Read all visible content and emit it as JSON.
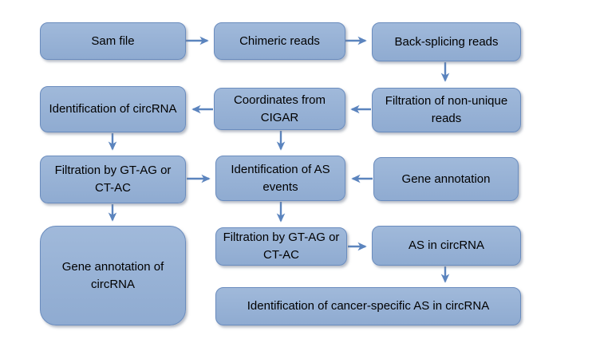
{
  "colors": {
    "background": "#ffffff",
    "box_fill_top": "#a0b9da",
    "box_fill_bottom": "#8fabd1",
    "box_border": "#6a8cbe",
    "arrow": "#5b84be",
    "text": "#000000"
  },
  "nodes": {
    "sam_file": "Sam file",
    "chimeric_reads": "Chimeric reads",
    "back_splicing_reads": "Back-splicing reads",
    "identification_of_circrna": "Identification of circRNA",
    "coordinates_from_cigar": "Coordinates from CIGAR",
    "filtration_of_non_unique_reads": "Filtration of non-unique reads",
    "filtration_by_gt_ag_1": "Filtration by GT-AG or CT-AC",
    "identification_of_as_events": "Identification of AS events",
    "gene_annotation": "Gene annotation",
    "gene_annotation_of_circrna": "Gene annotation of circRNA",
    "filtration_by_gt_ag_2": "Filtration by GT-AG or CT-AC",
    "as_in_circrna": "AS in circRNA",
    "identification_of_cancer_specific_as": "Identification of cancer-specific AS in circRNA"
  },
  "edges": [
    {
      "from": "sam_file",
      "to": "chimeric_reads"
    },
    {
      "from": "chimeric_reads",
      "to": "back_splicing_reads"
    },
    {
      "from": "back_splicing_reads",
      "to": "filtration_of_non_unique_reads"
    },
    {
      "from": "filtration_of_non_unique_reads",
      "to": "coordinates_from_cigar"
    },
    {
      "from": "coordinates_from_cigar",
      "to": "identification_of_circrna"
    },
    {
      "from": "identification_of_circrna",
      "to": "filtration_by_gt_ag_1"
    },
    {
      "from": "coordinates_from_cigar",
      "to": "identification_of_as_events"
    },
    {
      "from": "filtration_by_gt_ag_1",
      "to": "identification_of_as_events"
    },
    {
      "from": "gene_annotation",
      "to": "identification_of_as_events"
    },
    {
      "from": "filtration_by_gt_ag_1",
      "to": "gene_annotation_of_circrna"
    },
    {
      "from": "identification_of_as_events",
      "to": "filtration_by_gt_ag_2"
    },
    {
      "from": "filtration_by_gt_ag_2",
      "to": "as_in_circrna"
    },
    {
      "from": "as_in_circrna",
      "to": "identification_of_cancer_specific_as"
    }
  ]
}
